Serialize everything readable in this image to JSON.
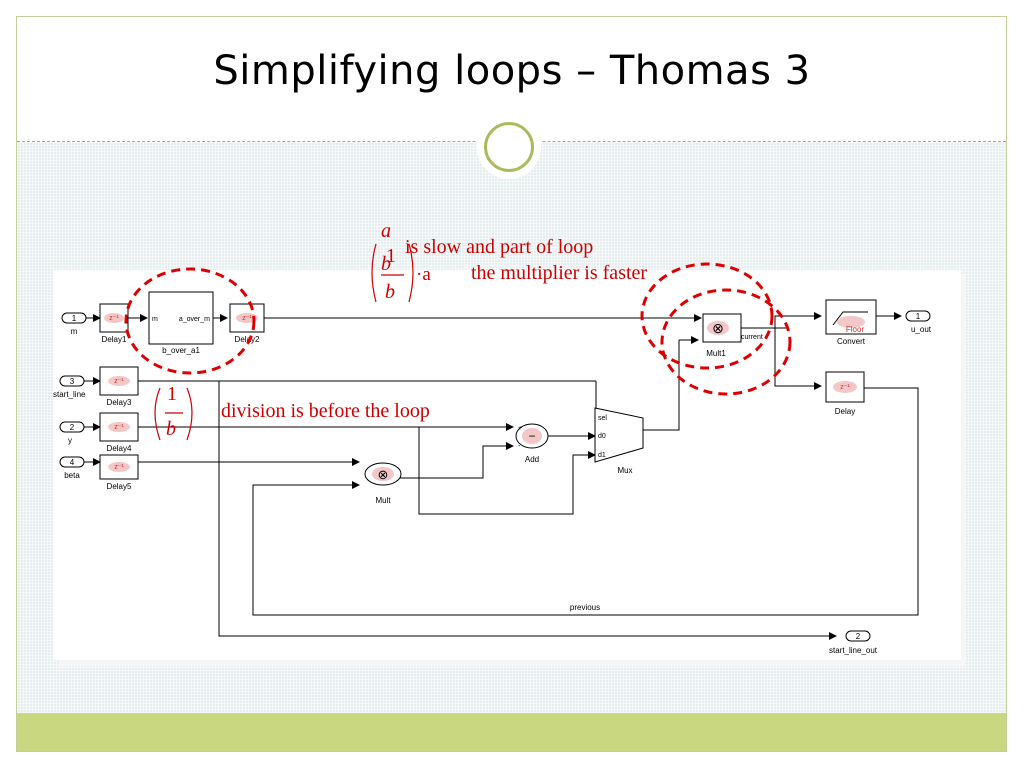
{
  "slide": {
    "title": "Simplifying loops – Thomas 3"
  },
  "annotations": {
    "top_line1": "is slow and part of loop",
    "top_line2": "the multiplier is faster",
    "frac_a": "a",
    "frac_b": "b",
    "frac_1": "1",
    "dot_a": "·a",
    "side_note": "division is before the loop",
    "side_frac_num": "1",
    "side_frac_den": "b"
  },
  "diagram": {
    "inports": [
      {
        "num": "1",
        "label": "m"
      },
      {
        "num": "3",
        "label": "start_line"
      },
      {
        "num": "2",
        "label": "y"
      },
      {
        "num": "4",
        "label": "beta"
      }
    ],
    "outports": [
      {
        "num": "1",
        "label": "u_out"
      },
      {
        "num": "2",
        "label": "start_line_out"
      }
    ],
    "blocks": {
      "delay1": "Delay1",
      "delay2": "Delay2",
      "delay3": "Delay3",
      "delay4": "Delay4",
      "delay5": "Delay5",
      "delay": "Delay",
      "subsys_in": "m",
      "subsys_out": "a_over_m",
      "subsys_name": "b_over_a1",
      "add": "Add",
      "mux": "Mux",
      "mux_sel": "sel",
      "mux_d0": "d0",
      "mux_d1": "d1",
      "mult": "Mult",
      "mult1": "Mult1",
      "floor": "Floor",
      "convert": "Convert",
      "current": "current",
      "previous": "previous"
    }
  },
  "colors": {
    "annotation": "#cc0000",
    "accent": "#a9bb5c",
    "bottom_bar": "#c9d880"
  }
}
